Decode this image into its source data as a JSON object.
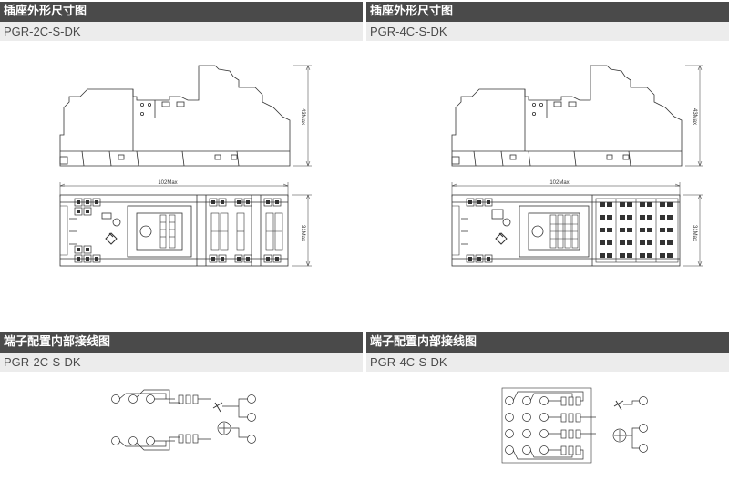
{
  "sections": {
    "dimensions_left": {
      "title": "插座外形尺寸图",
      "model": "PGR-2C-S-DK"
    },
    "dimensions_right": {
      "title": "插座外形尺寸图",
      "model": "PGR-4C-S-DK"
    },
    "wiring_left": {
      "title": "端子配置内部接线图",
      "model": "PGR-2C-S-DK"
    },
    "wiring_right": {
      "title": "端子配置内部接线图",
      "model": "PGR-4C-S-DK"
    }
  },
  "dimension_labels": {
    "left": {
      "width": "102Max",
      "height_side": "43Max",
      "height_top": "31Max"
    },
    "right": {
      "width": "102Max",
      "height_side": "43Max",
      "height_top": "31Max"
    }
  }
}
